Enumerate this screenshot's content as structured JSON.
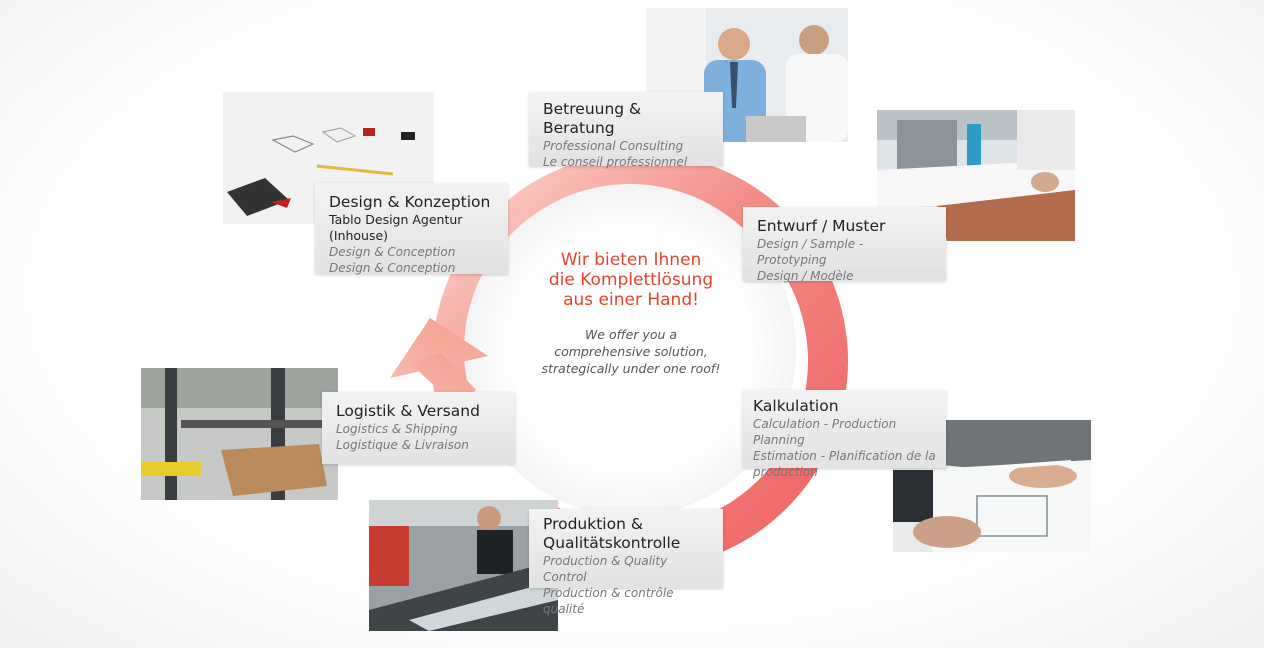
{
  "center": {
    "headline": [
      "Wir bieten Ihnen",
      "die Komplettlösung",
      "aus einer Hand!"
    ],
    "english": [
      "We offer you a",
      "comprehensive solution,",
      "strategically under one roof!"
    ]
  },
  "steps": {
    "beratung": {
      "title": "Betreuung & Beratung",
      "lines": [
        "Professional Consulting",
        "Le conseil professionnel"
      ]
    },
    "entwurf": {
      "title": "Entwurf / Muster",
      "lines": [
        "Design / Sample - Prototyping",
        "Design / Modèle"
      ]
    },
    "kalkulation": {
      "title": "Kalkulation",
      "lines": [
        "Calculation - Production Planning",
        "Estimation - Planification de la",
        "production"
      ]
    },
    "produktion": {
      "title_lines": [
        "Produktion &",
        "Qualitätskontrolle"
      ],
      "lines": [
        "Production & Quality Control",
        "Production & contrôle qualité"
      ]
    },
    "logistik": {
      "title": "Logistik & Versand",
      "lines": [
        "Logistics & Shipping",
        "Logistique & Livraison"
      ]
    },
    "design": {
      "title": "Design & Konzeption",
      "subtitle": "Tablo Design Agentur (Inhouse)",
      "lines": [
        "Design & Conception",
        "Design & Conception"
      ]
    }
  },
  "colors": {
    "accent": "#e4442e",
    "ring": "#ef6e6e",
    "card": "#e8e8e8"
  }
}
